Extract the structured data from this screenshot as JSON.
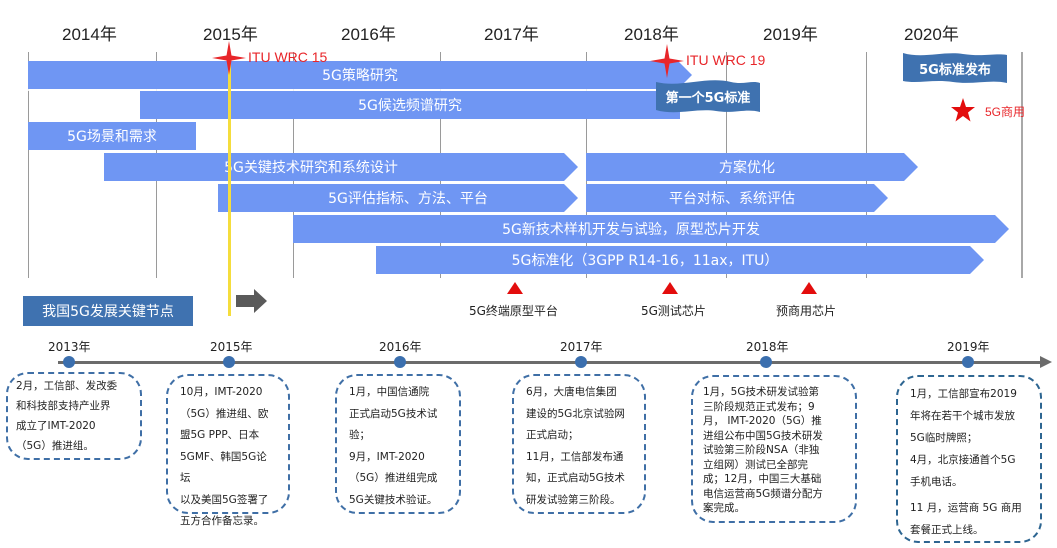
{
  "years_top": [
    "2014年",
    "2015年",
    "2016年",
    "2017年",
    "2018年",
    "2019年",
    "2020年"
  ],
  "milestones": {
    "itu_wrc15": "ITU WRC 15",
    "itu_wrc19": "ITU WRC 19",
    "first_5g_standard": "第一个5G标准",
    "standard_release": "5G标准发布",
    "commercial": "5G商用"
  },
  "bars": [
    {
      "label": "5G策略研究"
    },
    {
      "label": "5G候选频谱研究"
    },
    {
      "label": "5G场景和需求"
    },
    {
      "label": "5G关键技术研究和系统设计"
    },
    {
      "label": "方案优化"
    },
    {
      "label": "5G评估指标、方法、平台"
    },
    {
      "label": "平台对标、系统评估"
    },
    {
      "label": "5G新技术样机开发与试验，原型芯片开发"
    },
    {
      "label": "5G标准化（3GPP R14-16，11ax，ITU）"
    }
  ],
  "chip_markers": [
    {
      "label": "5G终端原型平台"
    },
    {
      "label": "5G测试芯片"
    },
    {
      "label": "预商用芯片"
    }
  ],
  "section_title": "我国5G发展关键节点",
  "timeline": {
    "years": [
      "2013年",
      "2015年",
      "2016年",
      "2017年",
      "2018年",
      "2019年"
    ],
    "cards": [
      {
        "lines": [
          "2月，工信部、发改委",
          "和科技部支持产业界",
          "成立了IMT-2020",
          "（5G）推进组。"
        ]
      },
      {
        "lines": [
          "10月，IMT-2020",
          "（5G）推进组、欧",
          "盟5G PPP、日本",
          "5GMF、韩国5G论坛",
          "以及美国5G签署了",
          "五方合作备忘录。"
        ]
      },
      {
        "lines": [
          "1月，中国信通院",
          "正式启动5G技术试",
          "验；",
          "9月，IMT-2020",
          "（5G）推进组完成",
          "5G关键技术验证。"
        ]
      },
      {
        "lines": [
          "6月，大唐电信集团",
          "建设的5G北京试验网",
          "正式启动；",
          "11月，工信部发布通",
          "知，正式启动5G技术",
          "研发试验第三阶段。"
        ]
      },
      {
        "lines": [
          "1月，5G技术研发试验第",
          "三阶段规范正式发布；9",
          "月， IMT-2020（5G）推",
          "进组公布中国5G技术研发",
          "试验第三阶段NSA（非独",
          "立组网）测试已全部完",
          "成；12月，中国三大基础",
          "电信运营商5G频谱分配方",
          "案完成。"
        ]
      },
      {
        "lines": [
          "1月，工信部宣布2019",
          "年将在若干个城市发放",
          "5G临时牌照；",
          "4月，北京接通首个5G",
          "手机电话。",
          "11 月，运营商 5G 商用",
          "套餐正式上线。"
        ]
      }
    ]
  },
  "colors": {
    "bar": "#6f96f3",
    "flag": "#3f72b0",
    "accent_red": "#e30d0d",
    "marker_line": "#f5dd3c",
    "timeline": "#6b6b6b",
    "dot": "#3b6fae"
  }
}
